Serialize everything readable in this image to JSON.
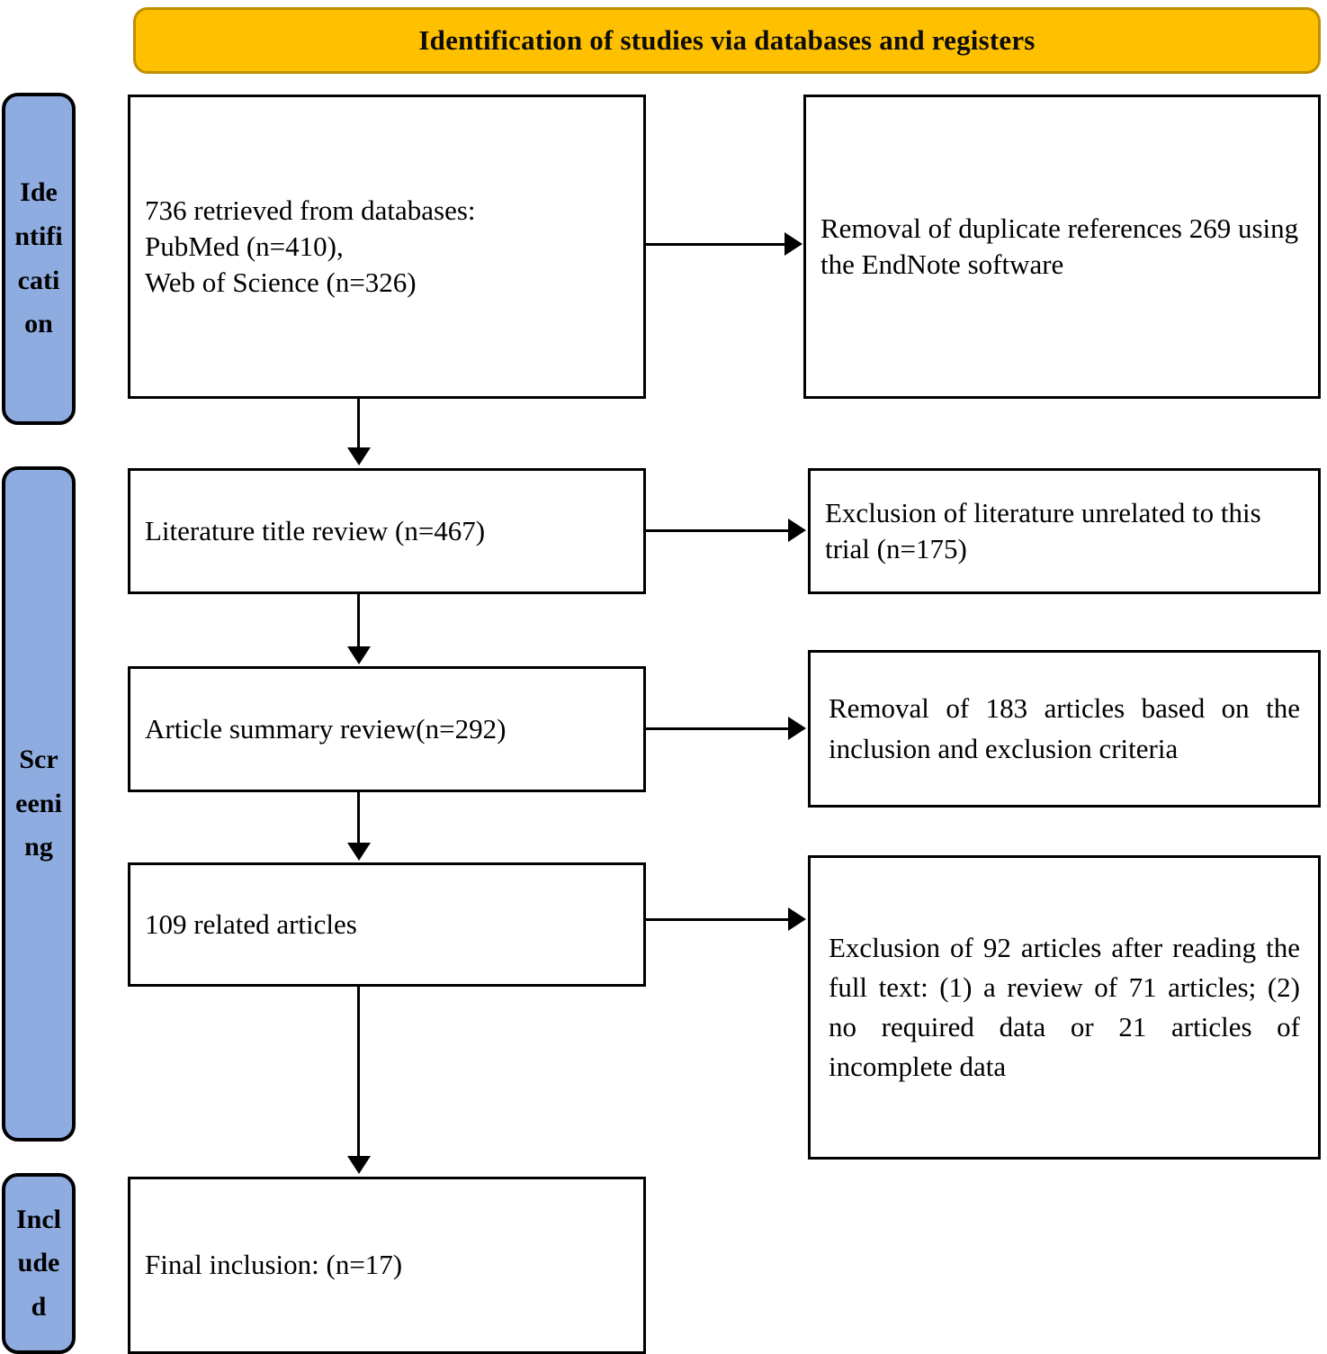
{
  "title": {
    "text": "Identification of studies via databases and registers",
    "background": "#FFC000",
    "border": "#BF8F00"
  },
  "stages": {
    "background": "#8FACE0",
    "items": [
      {
        "id": "identification",
        "label": "Identification",
        "wrapped": "Id en tif ic ati on"
      },
      {
        "id": "screening",
        "label": "Screening",
        "wrapped": "Sc re en in g"
      },
      {
        "id": "included",
        "label": "Included",
        "wrapped": "In cl ud"
      }
    ]
  },
  "flow": {
    "records": {
      "text": "736 retrieved from databases:\nPubMed (n=410),\nWeb of Science (n=326)",
      "total": 736,
      "sources": [
        {
          "name": "PubMed",
          "n": 410
        },
        {
          "name": "Web of Science",
          "n": 326
        }
      ]
    },
    "duplicates": {
      "text": "Removal of duplicate references 269 using the EndNote software",
      "n": 269,
      "tool": "EndNote"
    },
    "titles": {
      "text": "Literature title review (n=467)",
      "n": 467
    },
    "unrelated": {
      "text": "Exclusion of literature unrelated to this trial (n=175)",
      "n": 175
    },
    "abstracts": {
      "text": "Article summary review(n=292)",
      "n": 292
    },
    "criteria": {
      "text": "Removal of 183 articles based on the inclusion and exclusion criteria",
      "n": 183
    },
    "related": {
      "text": "109 related articles",
      "n": 109
    },
    "fulltext": {
      "text": "Exclusion of 92 articles after reading the full text:     (1) a review of 71 articles;   (2) no required data or 21 articles of incomplete data",
      "n": 92,
      "reasons": [
        {
          "label": "(1) a review of 71 articles",
          "n": 71
        },
        {
          "label": "(2) no required data or 21 articles of incomplete data",
          "n": 21
        }
      ]
    },
    "final": {
      "text": "Final inclusion: (n=17)",
      "n": 17
    }
  }
}
